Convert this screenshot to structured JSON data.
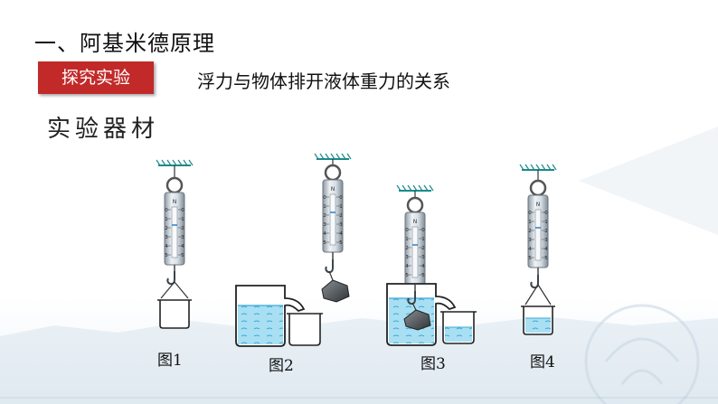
{
  "heading": "一、阿基米德原理",
  "tag": "探究实验",
  "subtitle": "浮力与物体排开液体重力的关系",
  "materials_title": "实验器材",
  "spring_scale": {
    "unit": "N",
    "scale": [
      "0",
      "1",
      "2",
      "3",
      "4",
      "5"
    ]
  },
  "figures": [
    {
      "label": "图1"
    },
    {
      "label": "图2"
    },
    {
      "label": "图3"
    },
    {
      "label": "图4"
    }
  ],
  "colors": {
    "tag_bg": "#c22a2a",
    "water": "#a9dff2",
    "water_line": "#3aa8d8",
    "ceiling": "#1c8a8a"
  }
}
